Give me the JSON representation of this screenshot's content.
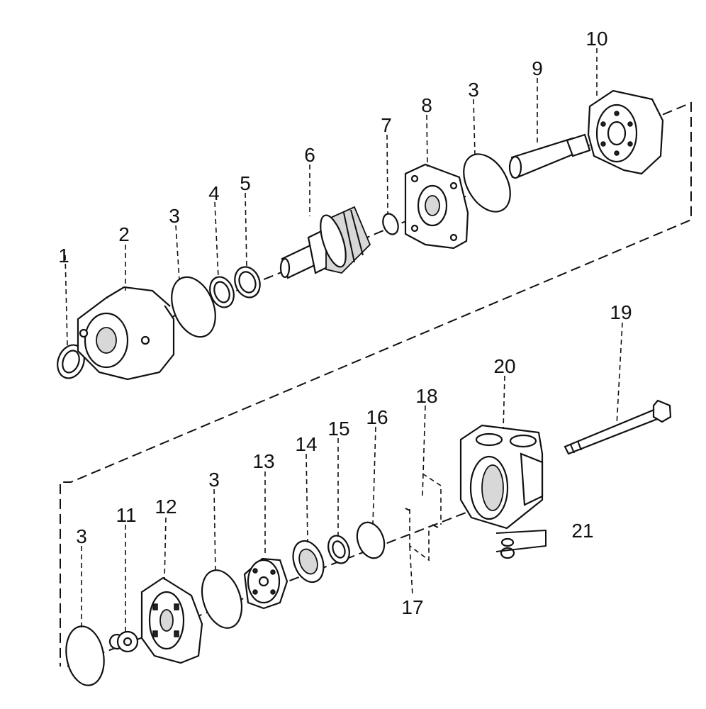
{
  "callouts": [
    {
      "id": "c1",
      "text": "1"
    },
    {
      "id": "c2",
      "text": "2"
    },
    {
      "id": "c3a",
      "text": "3"
    },
    {
      "id": "c4",
      "text": "4"
    },
    {
      "id": "c5",
      "text": "5"
    },
    {
      "id": "c6",
      "text": "6"
    },
    {
      "id": "c7",
      "text": "7"
    },
    {
      "id": "c8",
      "text": "8"
    },
    {
      "id": "c3b",
      "text": "3"
    },
    {
      "id": "c9",
      "text": "9"
    },
    {
      "id": "c10",
      "text": "10"
    },
    {
      "id": "c19",
      "text": "19"
    },
    {
      "id": "c20",
      "text": "20"
    },
    {
      "id": "c18",
      "text": "18"
    },
    {
      "id": "c16",
      "text": "16"
    },
    {
      "id": "c15",
      "text": "15"
    },
    {
      "id": "c14",
      "text": "14"
    },
    {
      "id": "c13",
      "text": "13"
    },
    {
      "id": "c3c",
      "text": "3"
    },
    {
      "id": "c12",
      "text": "12"
    },
    {
      "id": "c11",
      "text": "11"
    },
    {
      "id": "c3d",
      "text": "3"
    },
    {
      "id": "c21",
      "text": "21"
    },
    {
      "id": "c17",
      "text": "17"
    }
  ]
}
